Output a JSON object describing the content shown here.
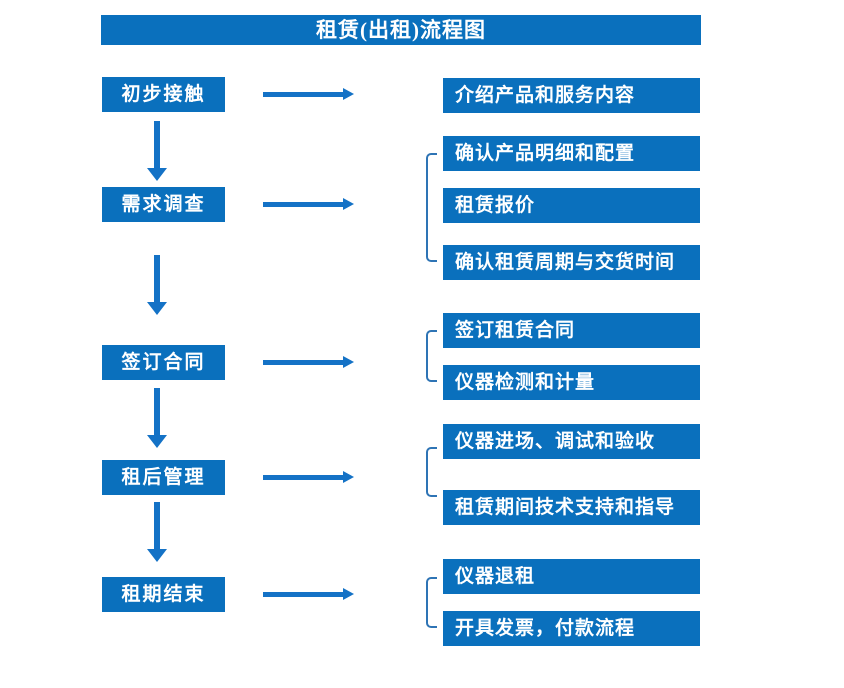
{
  "title": "租赁(出租)流程图",
  "colors": {
    "box_blue": "#0a70bd",
    "arrow_blue": "#1472c6",
    "bracket_blue": "#2e74b5",
    "text_white": "#ffffff",
    "background": "#ffffff"
  },
  "steps": [
    {
      "label": "初步接触",
      "details": [
        "介绍产品和服务内容"
      ]
    },
    {
      "label": "需求调查",
      "details": [
        "确认产品明细和配置",
        "租赁报价",
        "确认租赁周期与交货时间"
      ]
    },
    {
      "label": "签订合同",
      "details": [
        "签订租赁合同",
        "仪器检测和计量"
      ]
    },
    {
      "label": "租后管理",
      "details": [
        "仪器进场、调试和验收",
        "租赁期间技术支持和指导"
      ]
    },
    {
      "label": "租期结束",
      "details": [
        "仪器退租",
        "开具发票，付款流程"
      ]
    }
  ]
}
